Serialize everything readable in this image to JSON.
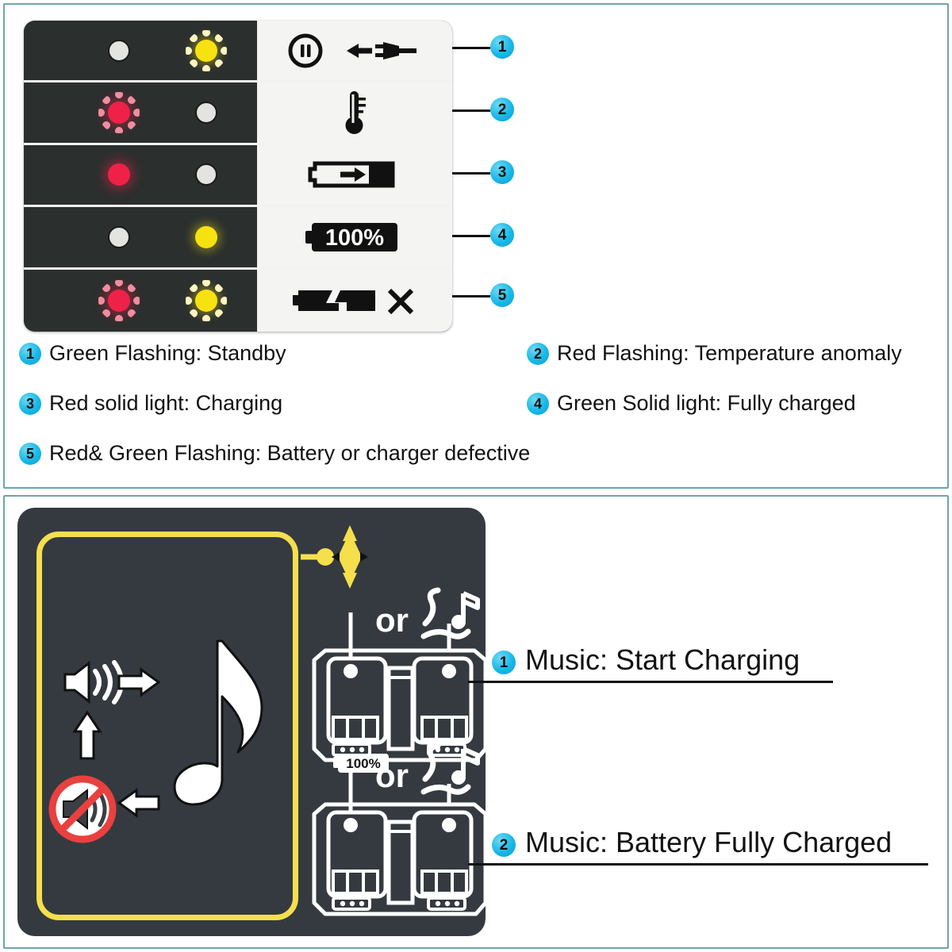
{
  "colors": {
    "panel_border": "#6fa3ad",
    "bubble_blue": "#17b8e8",
    "led_dark_bg": "#2b2f2e",
    "led_red": "#ef2148",
    "led_yellow": "#f7e211",
    "led_off": "#e3e3e1",
    "card_dark": "#343a40",
    "yellow_outline": "#f5df4d",
    "mute_red": "#e8413f"
  },
  "top_panel": {
    "table": {
      "rows": [
        {
          "num": "1",
          "led_a": {
            "state": "off",
            "name": "led-green-off"
          },
          "led_b": {
            "state": "yellow-flash",
            "name": "led-green-flashing"
          },
          "icon": "plug-to-socket-standby-icon"
        },
        {
          "num": "2",
          "led_a": {
            "state": "red-flash",
            "name": "led-red-flashing"
          },
          "led_b": {
            "state": "off",
            "name": "led-green-off"
          },
          "icon": "thermometer-icon"
        },
        {
          "num": "3",
          "led_a": {
            "state": "red-solid",
            "name": "led-red-solid"
          },
          "led_b": {
            "state": "off",
            "name": "led-green-off"
          },
          "icon": "battery-charging-icon"
        },
        {
          "num": "4",
          "led_a": {
            "state": "off",
            "name": "led-red-off"
          },
          "led_b": {
            "state": "yellow-solid",
            "name": "led-green-solid"
          },
          "icon": "battery-100-percent-icon",
          "icon_label": "100%"
        },
        {
          "num": "5",
          "led_a": {
            "state": "red-flash",
            "name": "led-red-flashing"
          },
          "led_b": {
            "state": "yellow-flash",
            "name": "led-green-flashing"
          },
          "icon": "battery-defective-icon",
          "icon_label": "X"
        }
      ]
    },
    "legend": [
      {
        "num": "1",
        "text": "Green Flashing: Standby"
      },
      {
        "num": "2",
        "text": "Red Flashing: Temperature anomaly"
      },
      {
        "num": "3",
        "text": "Red solid light: Charging"
      },
      {
        "num": "4",
        "text": "Green Solid light: Fully charged"
      },
      {
        "num": "5",
        "text": "Red& Green Flashing: Battery or charger defective"
      }
    ]
  },
  "bottom_panel": {
    "diagram": {
      "speaker_on": "speaker-on-icon",
      "speaker_mute": "speaker-muted-icon",
      "arrow_right": "arrow-right-icon",
      "arrow_up": "arrow-up-icon",
      "arrow_left": "arrow-left-icon",
      "music_note": "eighth-note-icon",
      "updown_arrow": "up-down-arrow-icon",
      "dock_top": {
        "or_label": "or",
        "notes": "music-notes-icon",
        "dock": "charger-dock-icon"
      },
      "dock_bottom": {
        "battery_label": "100%",
        "or_label": "or",
        "notes": "music-notes-icon",
        "dock": "charger-dock-icon"
      }
    },
    "callouts": [
      {
        "num": "1",
        "text": "Music: Start Charging"
      },
      {
        "num": "2",
        "text": "Music: Battery Fully Charged"
      }
    ]
  }
}
